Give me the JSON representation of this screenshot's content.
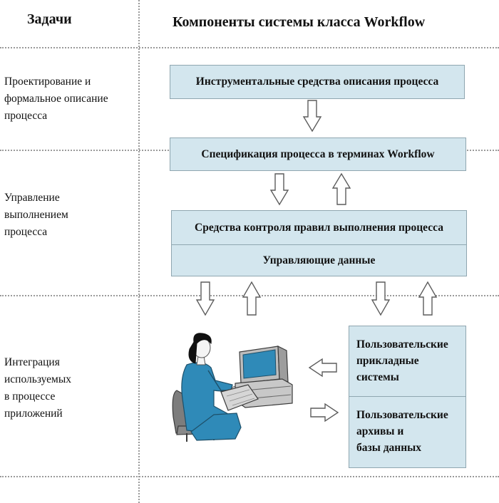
{
  "headers": {
    "tasks": "Задачи",
    "components": "Компоненты системы класса Workflow"
  },
  "tasks": {
    "design": [
      "Проектирование и",
      "формальное описание",
      "процесса"
    ],
    "control": [
      "Управление",
      "выполнением",
      "процесса"
    ],
    "integration": [
      "Интеграция",
      "используемых",
      "в процессе",
      "приложений"
    ]
  },
  "boxes": {
    "tools": "Инструментальные средства описания процесса",
    "spec": "Спецификация процесса в терминах Workflow",
    "rules": "Средства контроля правил выполнения процесса",
    "control_data": "Управляющие данные",
    "user_apps": [
      "Пользовательские",
      "прикладные",
      "системы"
    ],
    "user_archives": [
      "Пользовательские",
      "архивы и",
      "базы данных"
    ]
  },
  "colors": {
    "box_fill": "#d3e6ee",
    "box_border": "#8fa6b0",
    "arrow_stroke": "#5c5c5c",
    "separator": "#9a9a9a",
    "person_clothes": "#2f8ab8"
  },
  "icons": {
    "illustration": "person-at-computer-icon",
    "arrow_down": "hollow-arrow-down-icon",
    "arrow_up": "hollow-arrow-up-icon",
    "arrow_left": "hollow-arrow-left-icon",
    "arrow_right": "hollow-arrow-right-icon"
  }
}
